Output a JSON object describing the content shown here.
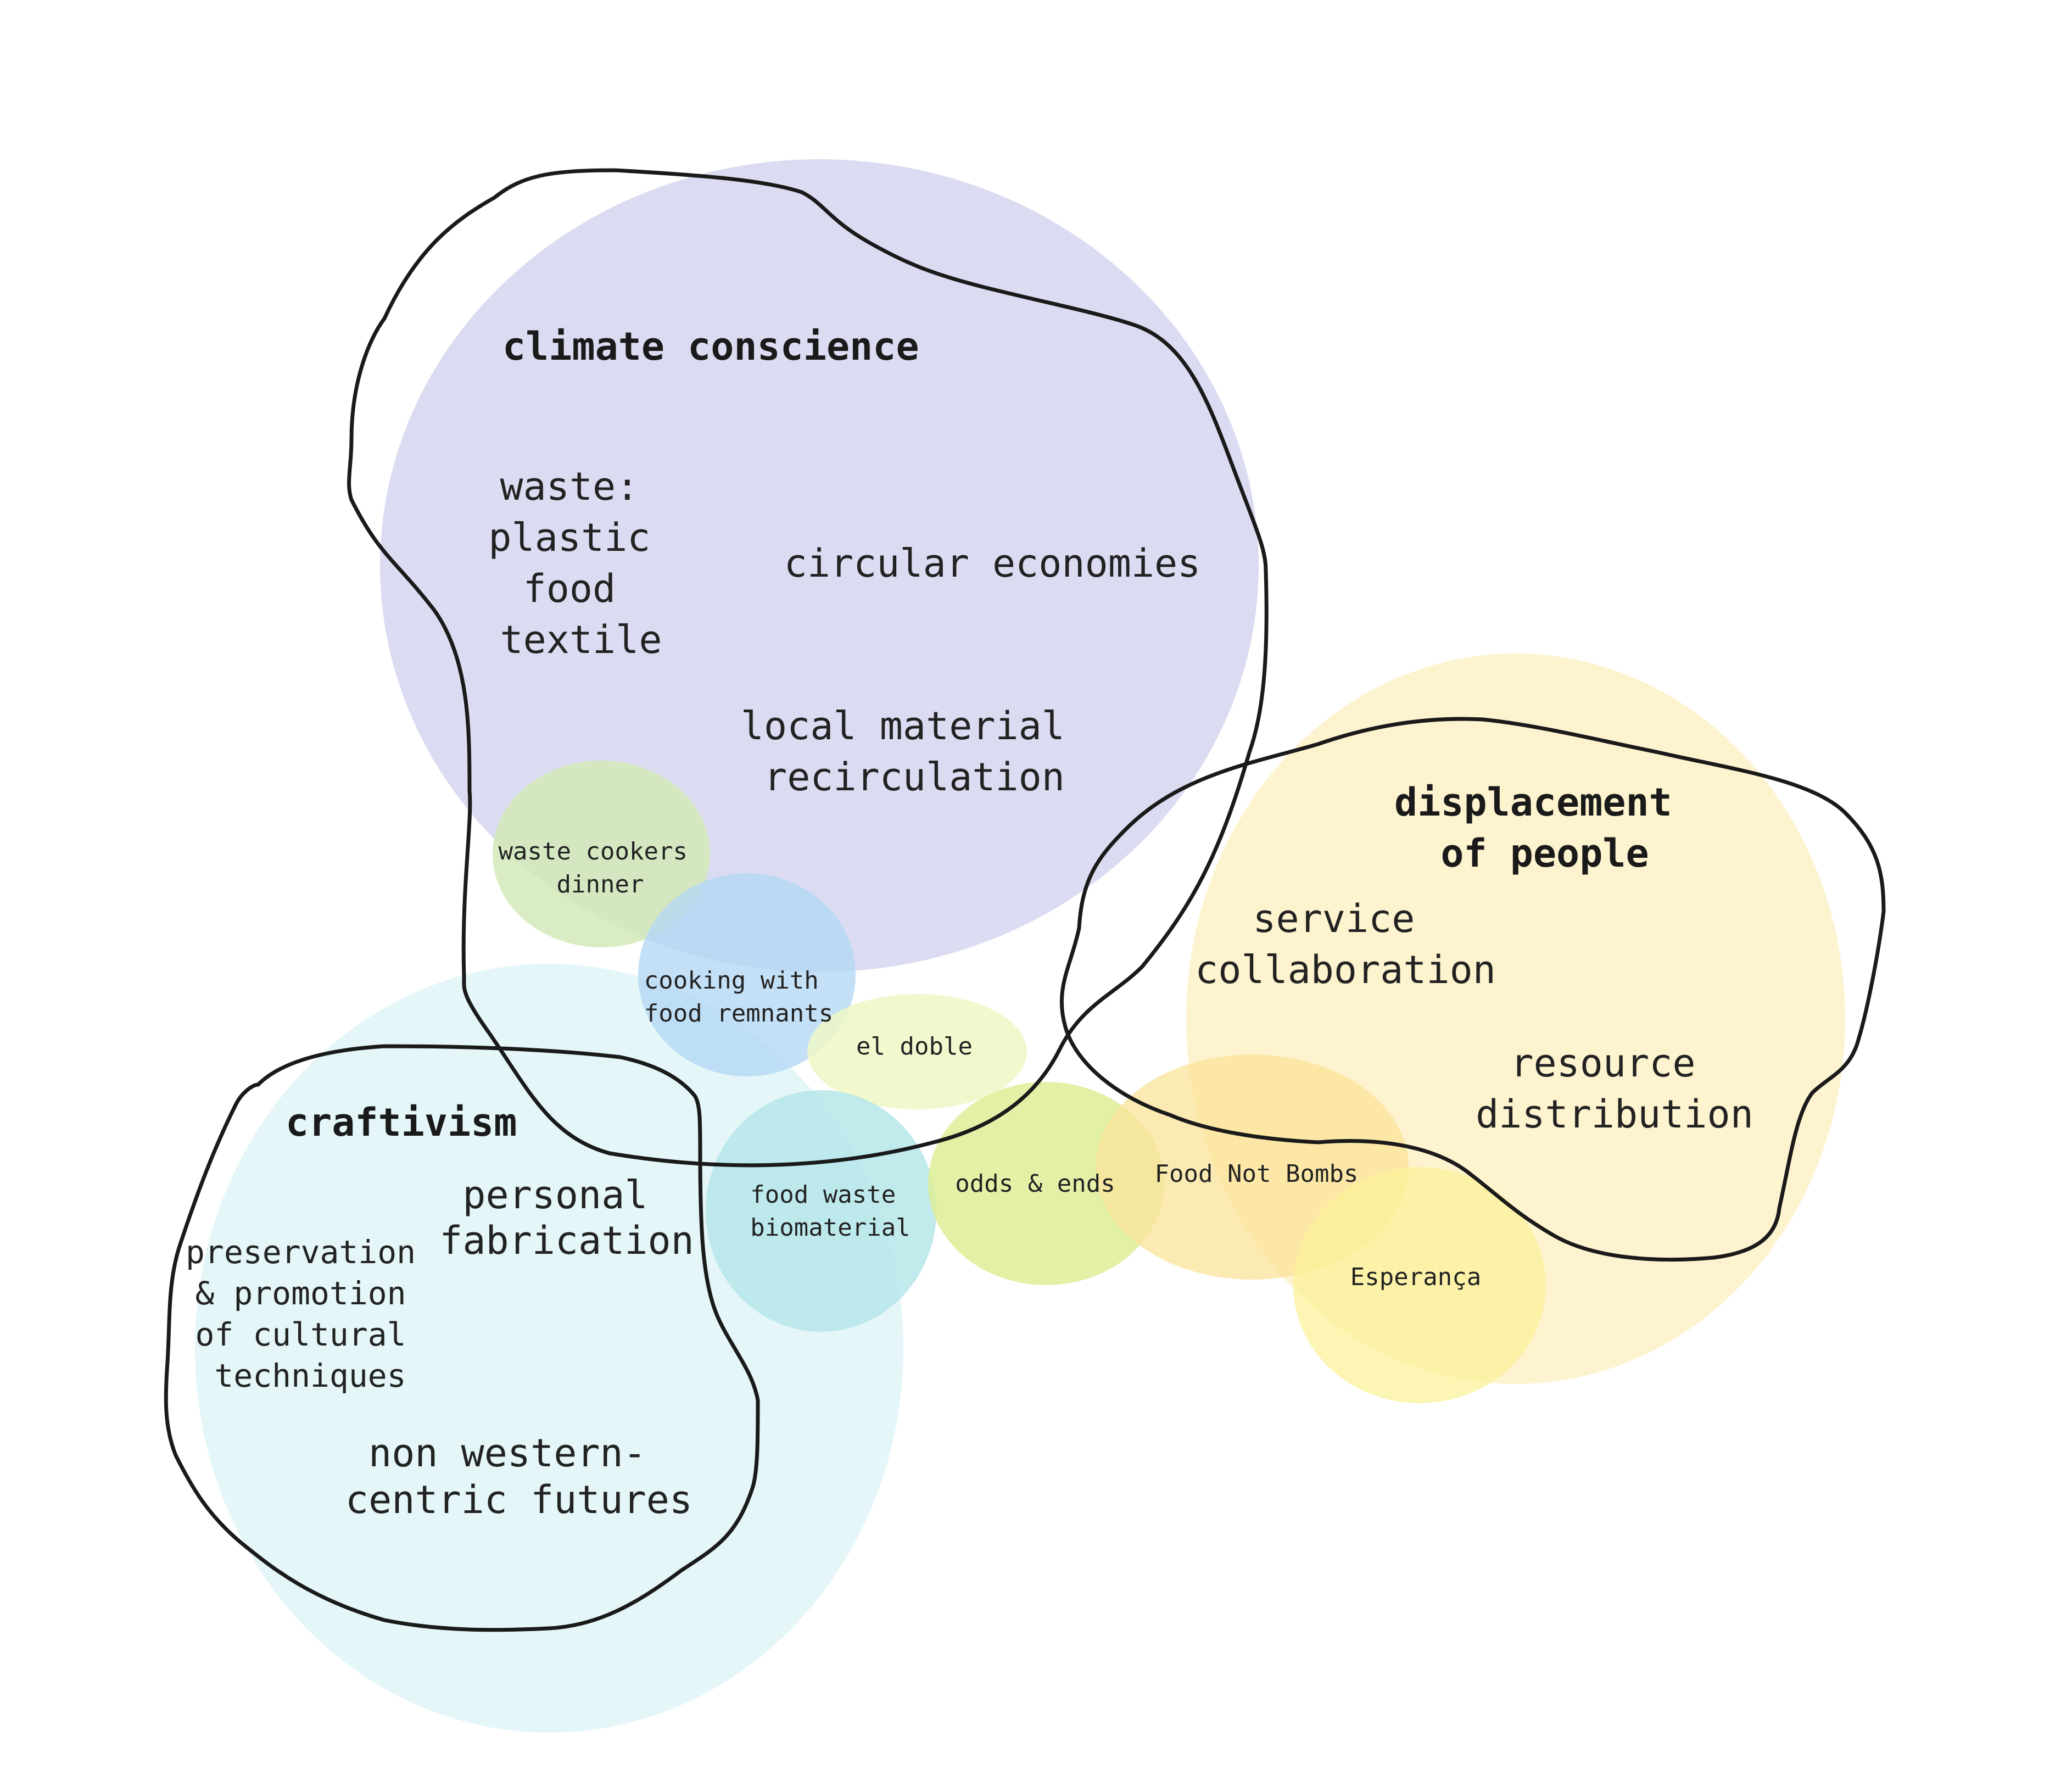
{
  "colors": {
    "climate": "#d9daf0",
    "craft": "#e3f5f8",
    "displacement": "#fdf2cc",
    "waste_cookers": "#d4e9b8",
    "cooking": "#b4d8f5",
    "el_doble": "#eef7c6",
    "food_waste": "#b6e6ea",
    "odds": "#ddef96",
    "food_not_bombs": "#fbe39a",
    "esperanca": "#fbf29a",
    "outline": "#1a1a1a",
    "text": "#222222"
  },
  "groups": {
    "climate": {
      "title": "climate conscience",
      "items": [
        {
          "lines": [
            "waste:",
            "plastic",
            "food",
            "textile"
          ]
        },
        {
          "lines": [
            "circular economies"
          ]
        },
        {
          "lines": [
            "local material",
            "recirculation"
          ]
        }
      ]
    },
    "displacement": {
      "title": [
        "displacement",
        "of people"
      ],
      "items": [
        {
          "lines": [
            "service",
            "collaboration"
          ]
        },
        {
          "lines": [
            "resource",
            "distribution"
          ]
        }
      ]
    },
    "craft": {
      "title": "craftivism",
      "items": [
        {
          "lines": [
            "personal",
            "fabrication"
          ]
        },
        {
          "lines": [
            "preservation",
            "& promotion",
            "of cultural",
            "techniques"
          ]
        },
        {
          "lines": [
            "non western-",
            "centric futures"
          ]
        }
      ]
    }
  },
  "projects": [
    {
      "lines": [
        "waste cookers",
        "dinner"
      ]
    },
    {
      "lines": [
        "cooking with",
        "food remnants"
      ]
    },
    {
      "lines": [
        "el doble"
      ]
    },
    {
      "lines": [
        "food waste",
        "biomaterial"
      ]
    },
    {
      "lines": [
        "odds & ends"
      ]
    },
    {
      "lines": [
        "Food Not Bombs"
      ]
    },
    {
      "lines": [
        "Esperança"
      ]
    }
  ]
}
